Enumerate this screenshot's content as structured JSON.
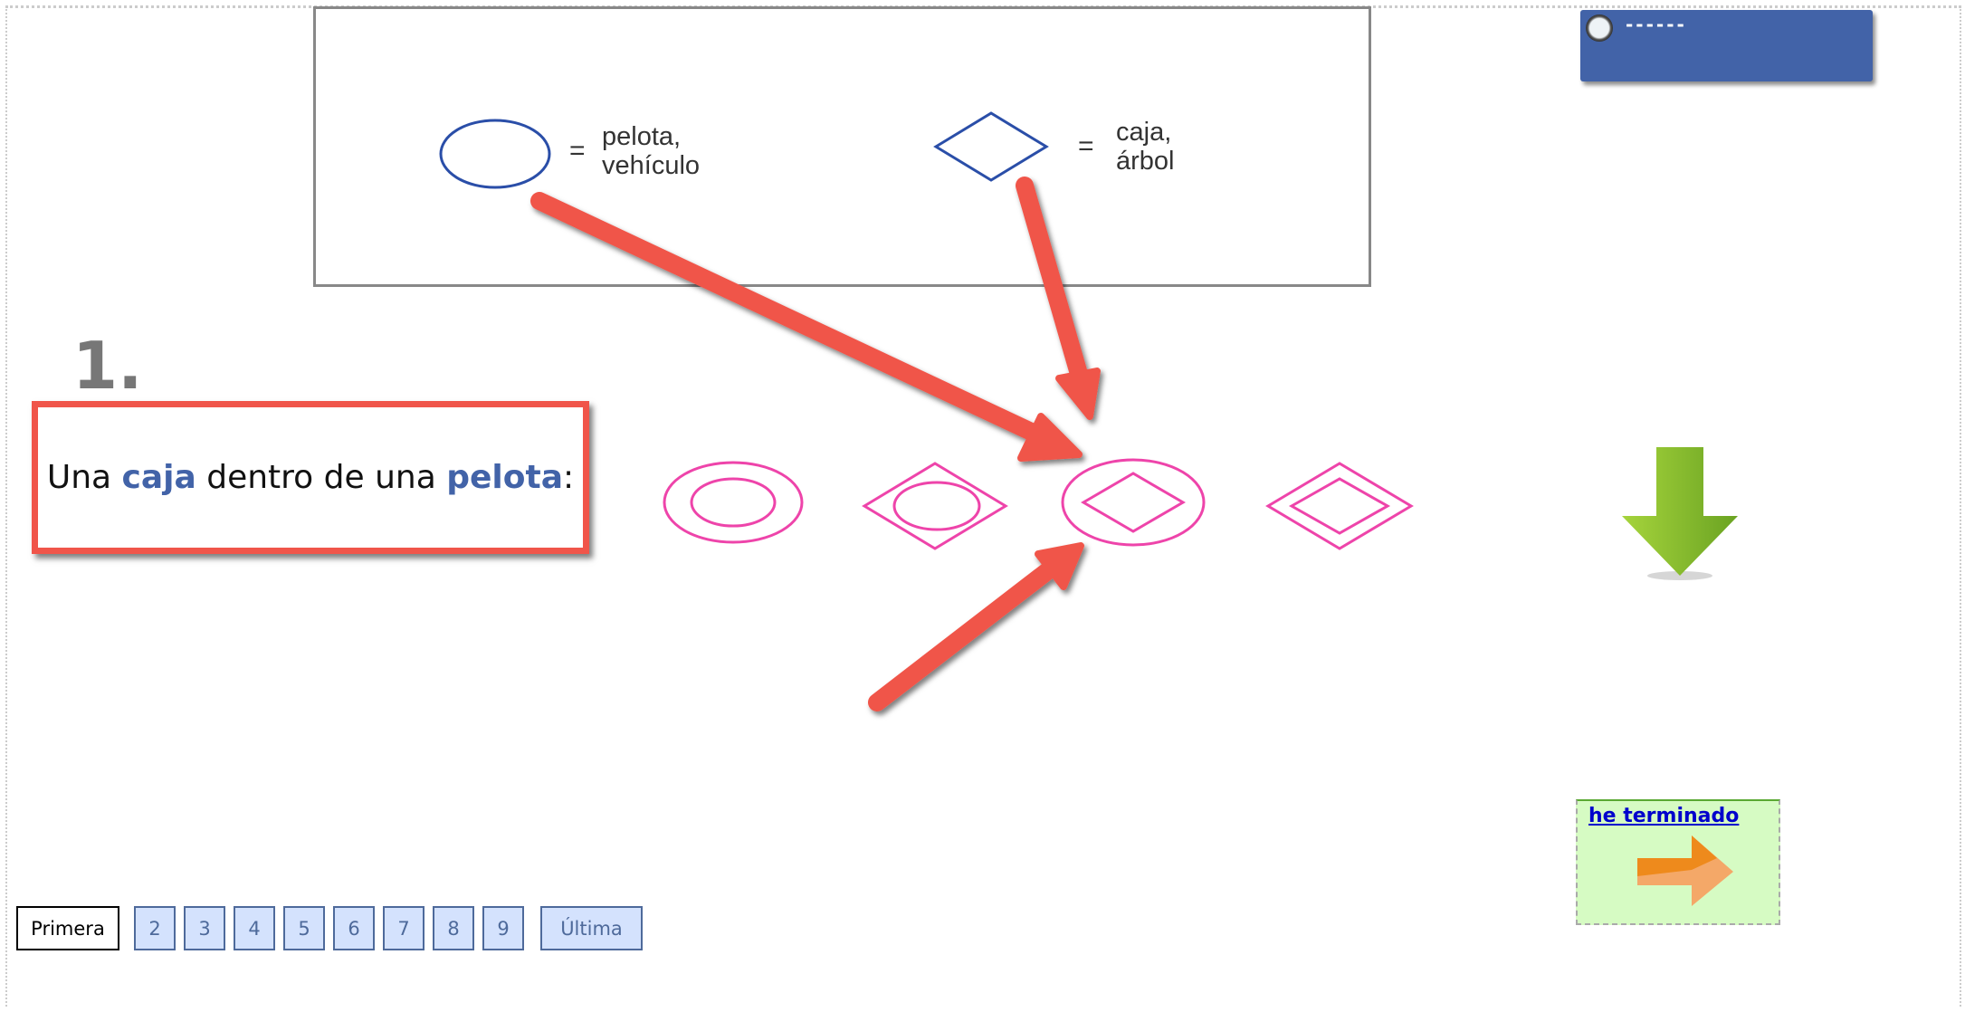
{
  "timer": {
    "text": "------",
    "icon": "clock-icon"
  },
  "legend": {
    "items": [
      {
        "symbol": "ellipse",
        "eq": "=",
        "line1": "pelota,",
        "line2": "vehículo"
      },
      {
        "symbol": "diamond",
        "eq": "=",
        "line1": "caja,",
        "line2": "árbol"
      }
    ]
  },
  "question": {
    "number": "1.",
    "parts": [
      "Una ",
      "caja",
      " dentro de una ",
      "pelota",
      ":"
    ]
  },
  "colors": {
    "shapes": "#ee44aa",
    "legend_shapes": "#2a4ea8",
    "arrows": "#f0554a",
    "accent": "#4263a8"
  },
  "finish": {
    "label": "he terminado"
  },
  "pagination": {
    "first": "Primera",
    "pages": [
      "2",
      "3",
      "4",
      "5",
      "6",
      "7",
      "8",
      "9"
    ],
    "last": "Última"
  }
}
